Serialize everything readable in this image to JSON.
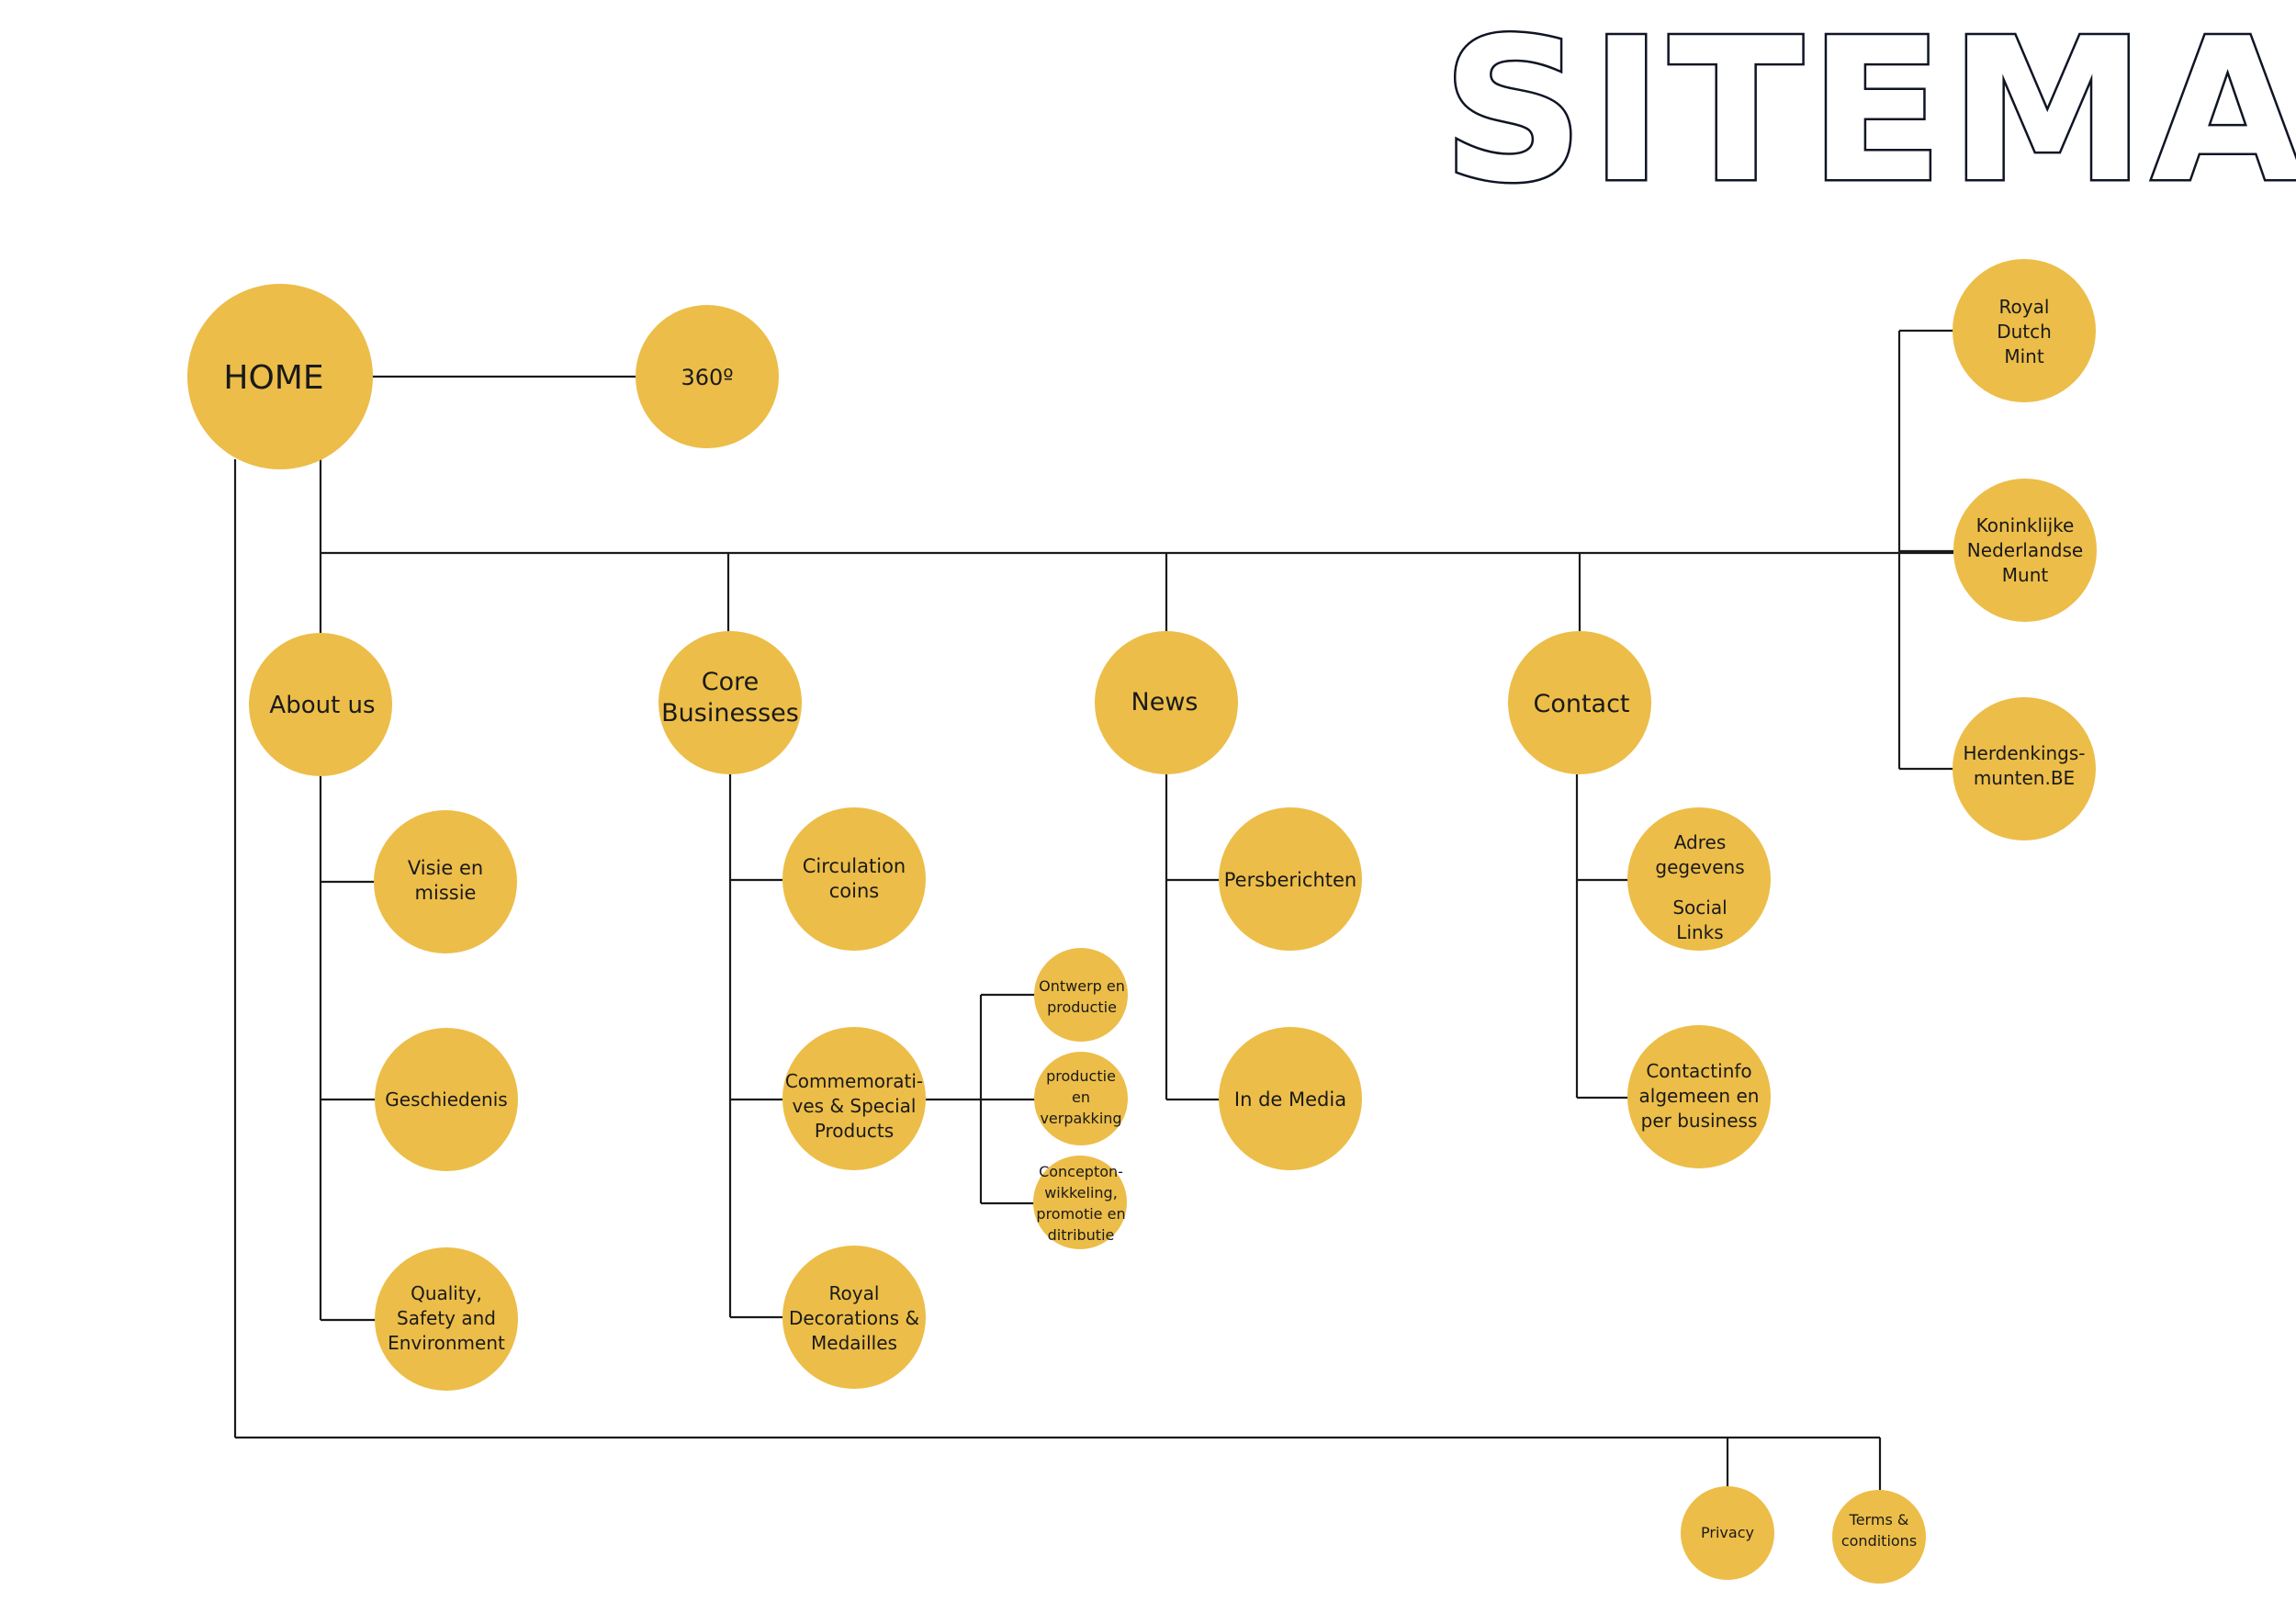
{
  "title": "SITEMAP",
  "colors": {
    "node": "#ecbd48",
    "line": "#1a1a1a",
    "title_outline": "#101525"
  },
  "nodes": {
    "home": "HOME",
    "n360": "360º",
    "about": "About us",
    "core_1": "Core",
    "core_2": "Businesses",
    "news": "News",
    "contact": "Contact",
    "royal_dutch_1": "Royal",
    "royal_dutch_2": "Dutch",
    "royal_dutch_3": "Mint",
    "knm_1": "Koninklijke",
    "knm_2": "Nederlandse",
    "knm_3": "Munt",
    "herd_1": "Herdenkings-",
    "herd_2": "munten.BE",
    "visie_1": "Visie en",
    "visie_2": "missie",
    "geschiedenis": "Geschiedenis",
    "quality_1": "Quality,",
    "quality_2": "Safety and",
    "quality_3": "Environment",
    "circ_1": "Circulation",
    "circ_2": "coins",
    "comm_1": "Commemorati-",
    "comm_2": "ves & Special",
    "comm_3": "Products",
    "royaldec_1": "Royal",
    "royaldec_2": "Decorations &",
    "royaldec_3": "Medailles",
    "ontwerp_1": "Ontwerp en",
    "ontwerp_2": "productie",
    "prodverp_1": "productie",
    "prodverp_2": "en",
    "prodverp_3": "verpakking",
    "concept_1": "Concepton-",
    "concept_2": "wikkeling,",
    "concept_3": "promotie en",
    "concept_4": "ditributie",
    "pers": "Persberichten",
    "media": "In de Media",
    "adres_1": "Adres",
    "adres_2": "gegevens",
    "adres_3": "Social",
    "adres_4": "Links",
    "contactinfo_1": "Contactinfo",
    "contactinfo_2": "algemeen en",
    "contactinfo_3": "per business",
    "privacy": "Privacy",
    "terms_1": "Terms &",
    "terms_2": "conditions"
  }
}
